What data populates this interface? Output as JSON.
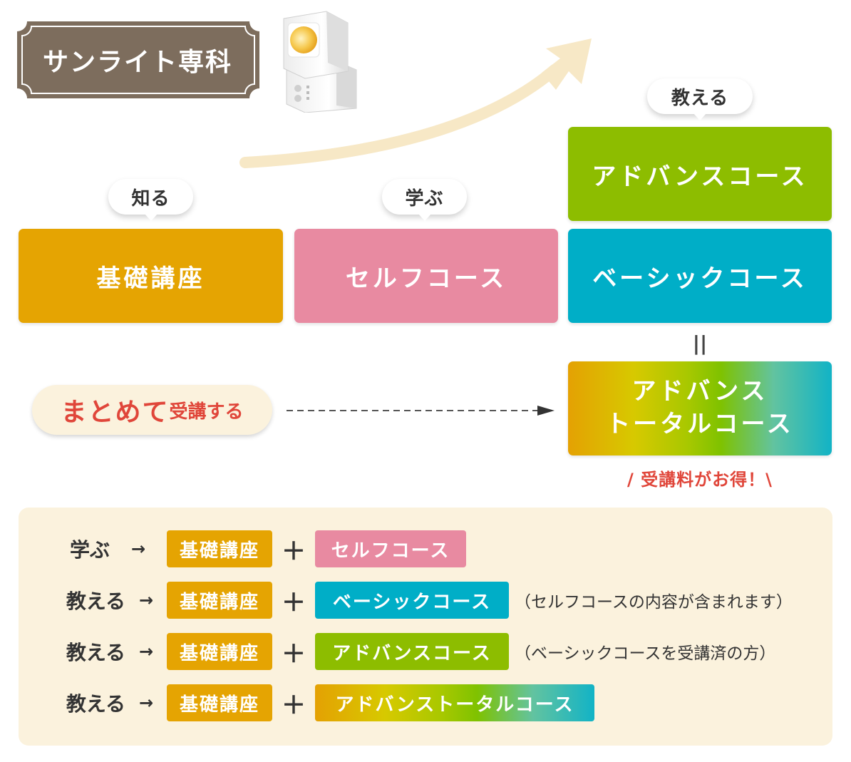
{
  "header": {
    "title": "サンライト専科"
  },
  "stages": {
    "know": "知る",
    "learn": "学ぶ",
    "teach": "教える"
  },
  "courses": {
    "kiso": "基礎講座",
    "self": "セルフコース",
    "basic": "ベーシックコース",
    "advanced": "アドバンスコース",
    "total_line1": "アドバンス",
    "total_line2": "トータルコース"
  },
  "equal_sign": "||",
  "matome": {
    "big": "まとめて",
    "small": "受講する"
  },
  "discount_note": "/ 受講料がお得！\\",
  "summary": {
    "arrow": "→",
    "plus": "＋",
    "rows": [
      {
        "label": "学ぶ",
        "base": "基礎講座",
        "course": "セルフコース",
        "note": ""
      },
      {
        "label": "教える",
        "base": "基礎講座",
        "course": "ベーシックコース",
        "note": "（セルフコースの内容が含まれます）"
      },
      {
        "label": "教える",
        "base": "基礎講座",
        "course": "アドバンスコース",
        "note": "（ベーシックコースを受講済の方）"
      },
      {
        "label": "教える",
        "base": "基礎講座",
        "course": "アドバンストータルコース",
        "note": ""
      }
    ]
  },
  "colors": {
    "brand_brown": "#7d6d5d",
    "kiso": "#e5a402",
    "self": "#e88aa1",
    "basic": "#00aec7",
    "advanced": "#8dbd00",
    "accent_red": "#e0463a",
    "panel_cream": "#fbf2dd"
  }
}
